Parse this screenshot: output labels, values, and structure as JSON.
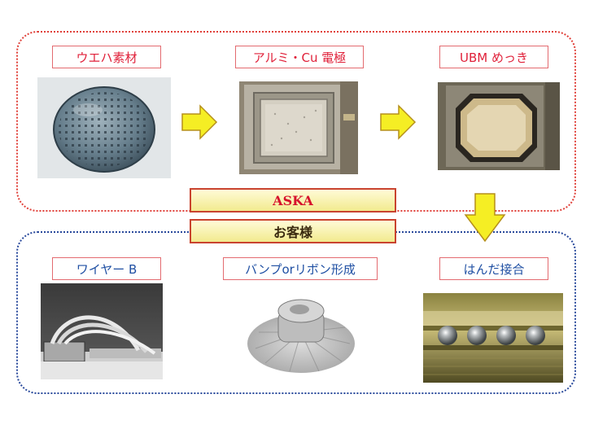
{
  "top_flow": {
    "steps": [
      {
        "label": "ウエハ素材",
        "icon": "wafer-photo"
      },
      {
        "label": "アルミ・Cu 電極",
        "icon": "electrode-pad-photo"
      },
      {
        "label": "UBM めっき",
        "icon": "ubm-plating-photo"
      }
    ]
  },
  "bands": {
    "aska": "ASKA",
    "customer": "お客様"
  },
  "bottom_flow": {
    "steps": [
      {
        "label": "ワイヤー B",
        "icon": "wire-bonding-photo"
      },
      {
        "label": "バンプorリボン形成",
        "icon": "bump-photo"
      },
      {
        "label": "はんだ接合",
        "icon": "solder-joint-photo"
      }
    ]
  },
  "colors": {
    "aska_region_border": "#e0413a",
    "customer_region_border": "#2a4a9c",
    "arrow_fill": "#f5ee24",
    "arrow_stroke": "#b58f1b",
    "label_border": "#e36b70"
  }
}
